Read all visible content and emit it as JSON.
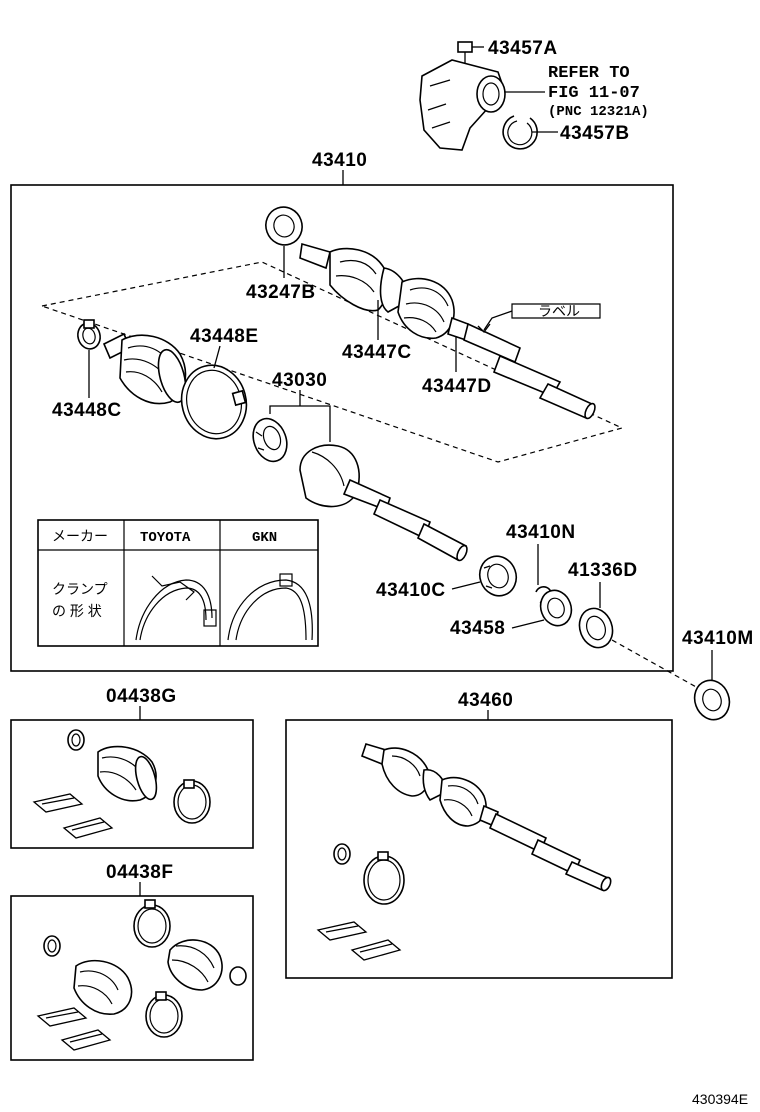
{
  "labels": {
    "p43457A": "43457A",
    "refer_line1": "REFER TO",
    "refer_line2": "FIG 11-07",
    "refer_line3": "(PNC 12321A)",
    "p43457B": "43457B",
    "p43410": "43410",
    "p43247B": "43247B",
    "p43447C": "43447C",
    "p43447D": "43447D",
    "label_tag": "ラベル",
    "p43448E": "43448E",
    "p43448C": "43448C",
    "p43030": "43030",
    "p43410N": "43410N",
    "p43410C": "43410C",
    "p41336D": "41336D",
    "p43458": "43458",
    "p43410M": "43410M",
    "p04438G": "04438G",
    "p43460": "43460",
    "p04438F": "04438F",
    "figure_code": "430394E"
  },
  "clamp_table": {
    "header_maker": "メーカー",
    "header_toyota": "TOYOTA",
    "header_gkn": "GKN",
    "row_label_line1": "クランプ",
    "row_label_line2": "の 形 状"
  }
}
